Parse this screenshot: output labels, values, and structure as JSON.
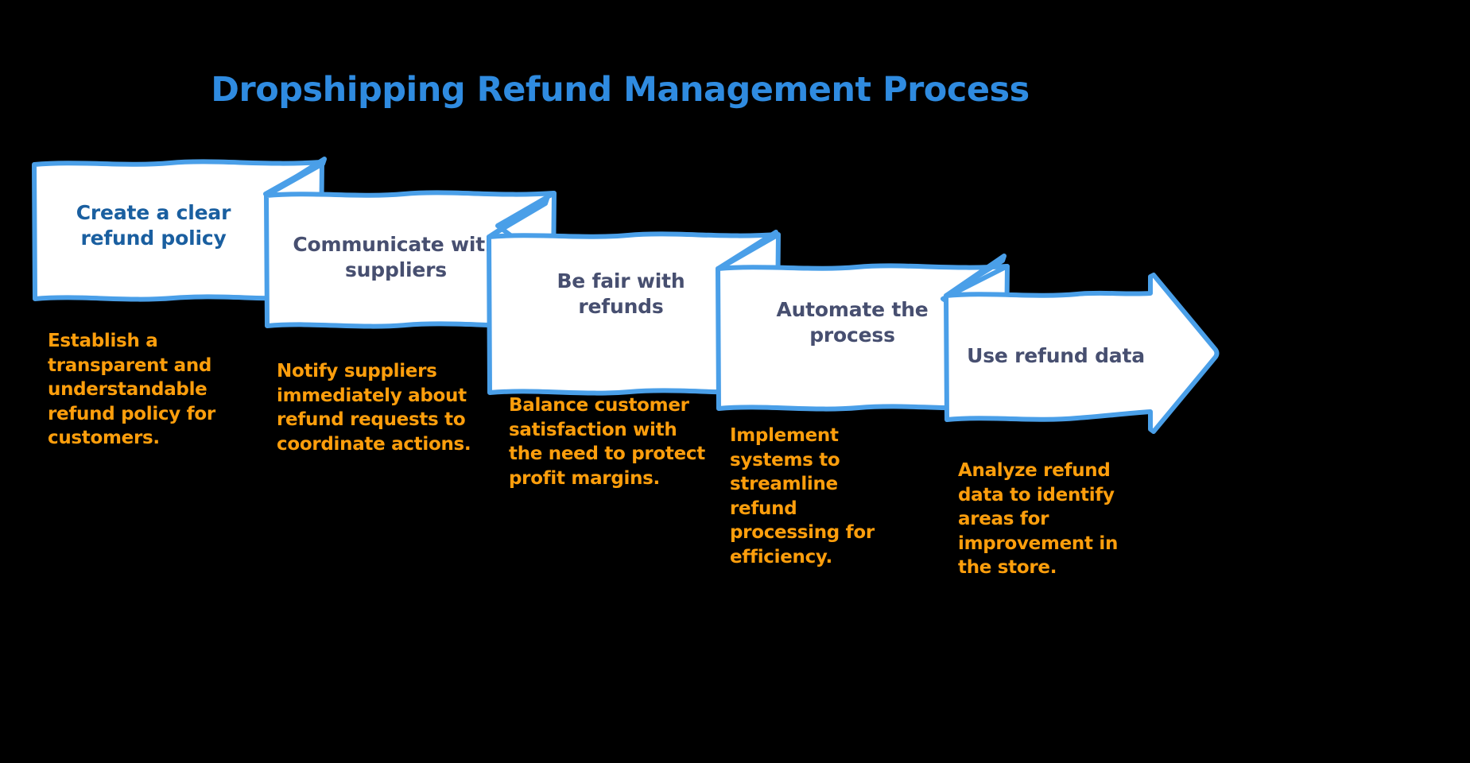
{
  "title": "Dropshipping Refund Management Process",
  "colors": {
    "background": "#000000",
    "title": "#2F8BE0",
    "box_stroke": "#4A9FE8",
    "box_fill": "#FFFFFF",
    "label_navy": "#474F70",
    "label_blue": "#1A5FA0",
    "caption_orange": "#FD9E0C"
  },
  "chart_data": {
    "type": "diagram",
    "subtype": "overlapping-chevron-process-flow",
    "title": "Dropshipping Refund Management Process",
    "direction": "left-to-right descending staircase, final step is an arrow",
    "step_count": 5,
    "steps": [
      {
        "index": 1,
        "label": "Create a clear refund policy",
        "caption": "Establish a transparent and understandable refund policy for customers."
      },
      {
        "index": 2,
        "label": "Communicate with suppliers",
        "caption": "Notify suppliers immediately about refund requests to coordinate actions."
      },
      {
        "index": 3,
        "label": "Be fair with refunds",
        "caption": "Balance customer satisfaction with the need to protect profit margins."
      },
      {
        "index": 4,
        "label": "Automate the process",
        "caption": "Implement systems to streamline refund processing for efficiency."
      },
      {
        "index": 5,
        "label": "Use refund data",
        "caption": "Analyze refund data to identify areas for improvement in the store."
      }
    ]
  },
  "steps": [
    {
      "label": "Create a clear refund policy",
      "caption": "Establish a transparent and understandable refund policy for customers."
    },
    {
      "label": "Communicate with suppliers",
      "caption": "Notify suppliers immediately about refund requests to coordinate actions."
    },
    {
      "label": "Be fair with refunds",
      "caption": "Balance customer satisfaction with the need to protect profit margins."
    },
    {
      "label": "Automate the process",
      "caption": "Implement systems to streamline refund processing for efficiency."
    },
    {
      "label": "Use refund data",
      "caption": "Analyze refund data to identify areas for improvement in the store."
    }
  ]
}
